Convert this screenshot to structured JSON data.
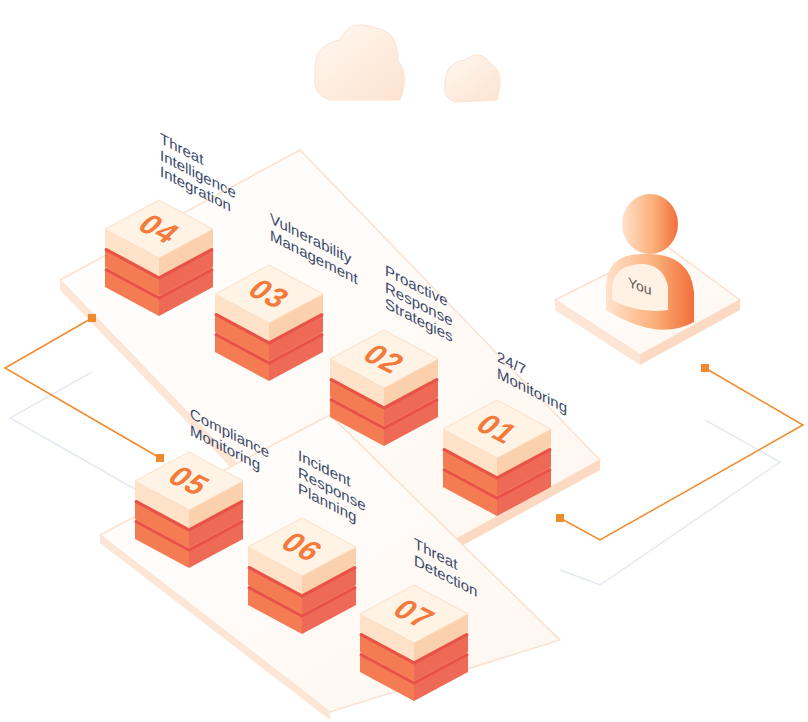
{
  "diagram": {
    "nodes": [
      {
        "text": [
          "04",
          "Threat Intelligence Integration"
        ]
      },
      {
        "text": [
          "03",
          "Vulnerability Management"
        ]
      },
      {
        "text": [
          "02",
          "Proactive Response Strategies"
        ]
      },
      {
        "text": [
          "01",
          "24/7 Monitoring"
        ]
      },
      {
        "text": [
          "05",
          "Compliance Monitoring"
        ]
      },
      {
        "text": [
          "06",
          "Incident Response Planning"
        ]
      },
      {
        "text": [
          "07",
          "Threat Detection"
        ]
      },
      {
        "text": [
          "You"
        ]
      }
    ]
  }
}
